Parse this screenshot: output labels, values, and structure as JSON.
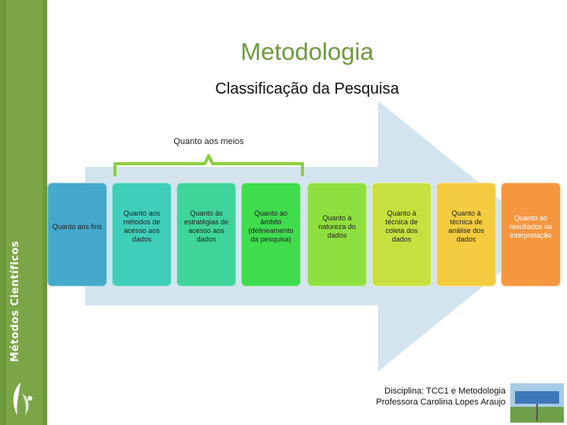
{
  "title": "Metodologia",
  "subtitle": "Classificação da Pesquisa",
  "sidebar": {
    "vertical_label": "Métodos Científicos"
  },
  "brace_label": "Quanto aos meios",
  "boxes": [
    {
      "label": "Quanto aos fins",
      "color": "#45a9cc"
    },
    {
      "label": "Quanto aos métodos de acesso aos dados",
      "color": "#3fcfb9"
    },
    {
      "label": "Quanto às estratégias de acesso aos dados",
      "color": "#3fd59a"
    },
    {
      "label": "Quanto ao âmbito (delineamento da pesquisa)",
      "color": "#3fdc4e"
    },
    {
      "label": "Quanto à natureza do dados",
      "color": "#8fe03f"
    },
    {
      "label": "Quanto à técnica de coleta dos dados",
      "color": "#c8e03f"
    },
    {
      "label": "Quanto à técnica de análise dos dados",
      "color": "#f4cc3f"
    },
    {
      "label": "Quanto ao resultados da interpretação",
      "color": "#f5973f"
    }
  ],
  "footer": {
    "line1": "Disciplina: TCC1 e Metodologia",
    "line2": "Professora Carolina Lopes Araujo"
  },
  "colors": {
    "accent": "#6e9a3c",
    "arrow": "#d4e4ee"
  }
}
